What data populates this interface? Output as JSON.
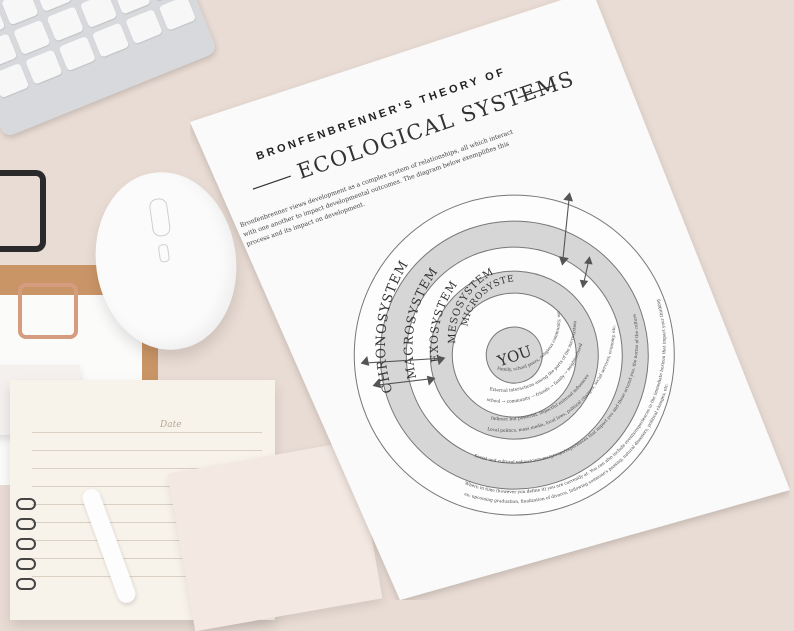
{
  "document": {
    "title_top": "BRONFENBRENNER'S THEORY OF",
    "title_main": "ECOLOGICAL SYSTEMS",
    "intro_lines": [
      "Bronfenbrenner views development as a complex system of relationships, all which interact",
      "with one another to impact developmental outcomes. The diagram below exemplifies this",
      "process and its impact on development."
    ],
    "rings": {
      "chronosystem": "CHRONOSYSTEM",
      "macrosystem": "MACROSYSTEM",
      "exosystem": "EXOSYSTEM",
      "mesosystem": "MESOSYSTEM",
      "microsystem": "MICROSYSTEM",
      "center": "YOU"
    },
    "descriptions": {
      "micro": "Family, school peers, religious community, workplace, neighborhood",
      "meso": "External interactions among the parts of the microsystem",
      "meso_flow": "school → community → friends → family → neighborhood",
      "exo": "Indirect but powerful, impactful external influences",
      "exo_detail": "Local politics, mass media, local laws, political changes, social services, economy, etc.",
      "macro": "Social and cultural values/customs/groups/experiences that impact you and those around you, the norms of the culture",
      "chrono": "Where in time (however you define it) you are currently at. You can also include events/experiences in the immediate horizon that impact your thinking",
      "chrono_detail": "ex: upcoming graduation, finalization of divorce, following someone's passing, natural disasters, political changes, etc."
    }
  },
  "notebook": {
    "date_label": "Date"
  }
}
